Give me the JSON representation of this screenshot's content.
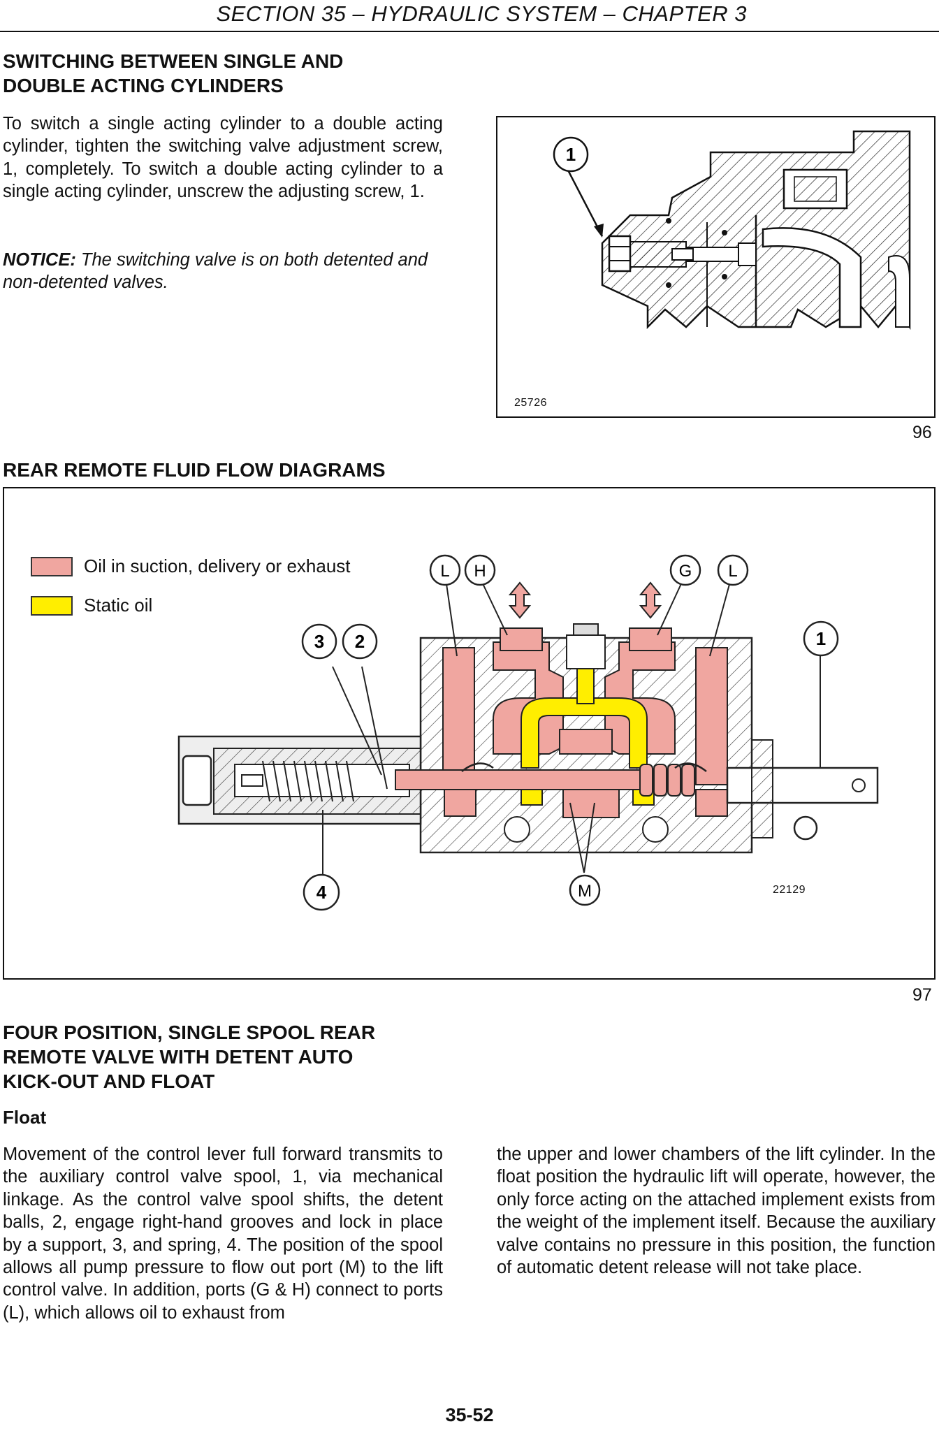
{
  "header": {
    "title": "SECTION 35 – HYDRAULIC SYSTEM – CHAPTER 3"
  },
  "section1": {
    "heading_line1": "SWITCHING BETWEEN SINGLE AND",
    "heading_line2": "DOUBLE ACTING CYLINDERS",
    "body": "To switch a single acting cylinder to a double acting cylinder, tighten the switching valve adjustment screw, 1, completely. To switch a double acting cylinder to a single acting cylinder, unscrew the adjusting screw, 1.",
    "notice_label": "NOTICE:",
    "notice_text": " The switching valve is on both detented and non-detented valves."
  },
  "figure96": {
    "callout": "1",
    "image_code": "25726",
    "number": "96"
  },
  "section2": {
    "heading": "REAR REMOTE FLUID FLOW DIAGRAMS"
  },
  "figure97": {
    "legend": [
      {
        "label": "Oil in suction, delivery or exhaust",
        "color": "#f0a6a0"
      },
      {
        "label": "Static oil",
        "color": "#ffee00"
      }
    ],
    "callouts": {
      "c1": "1",
      "c2": "2",
      "c3": "3",
      "c4": "4",
      "L": "L",
      "H": "H",
      "G": "G",
      "M": "M"
    },
    "image_code": "22129",
    "number": "97"
  },
  "section3": {
    "heading_line1": "FOUR POSITION, SINGLE SPOOL REAR",
    "heading_line2": "REMOTE VALVE WITH DETENT AUTO",
    "heading_line3": "KICK-OUT AND FLOAT",
    "subheading": "Float",
    "col1": "Movement of the control lever full forward transmits to the auxiliary control valve spool, 1, via mechanical linkage. As the control valve spool shifts, the detent balls, 2, engage right-hand grooves and lock in place by a support, 3, and spring, 4. The position of the spool allows all pump pressure to flow out port (M) to the lift control valve. In addition, ports (G & H) connect to ports (L), which allows oil to exhaust from",
    "col2": "the upper and lower chambers of the lift cylinder. In the float position the hydraulic lift will operate, however, the only force acting on the attached implement exists from the weight of the implement itself. Because the auxiliary valve contains no pressure in this position, the function of automatic detent release will not take place."
  },
  "footer": {
    "page_number": "35-52"
  },
  "colors": {
    "oil_flow": "#f0a6a0",
    "oil_flow_dark": "#e8838a",
    "static_oil": "#ffee00",
    "ink": "#111111"
  }
}
